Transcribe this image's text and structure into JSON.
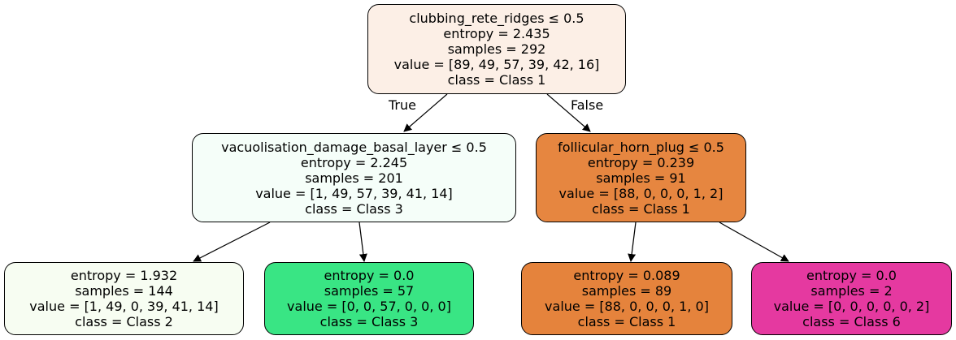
{
  "nodes": {
    "root": {
      "split": "clubbing_rete_ridges ≤ 0.5",
      "entropy": "entropy = 2.435",
      "samples": "samples = 292",
      "value": "value = [89, 49, 57, 39, 42, 16]",
      "class": "class = Class 1",
      "fill": "#fcefe6"
    },
    "left": {
      "split": "vacuolisation_damage_basal_layer ≤ 0.5",
      "entropy": "entropy = 2.245",
      "samples": "samples = 201",
      "value": "value = [1, 49, 57, 39, 41, 14]",
      "class": "class = Class 3",
      "fill": "#f5fef9"
    },
    "right": {
      "split": "follicular_horn_plug ≤ 0.5",
      "entropy": "entropy = 0.239",
      "samples": "samples = 91",
      "value": "value = [88, 0, 0, 0, 1, 2]",
      "class": "class = Class 1",
      "fill": "#e68640"
    },
    "ll": {
      "entropy": "entropy = 1.932",
      "samples": "samples = 144",
      "value": "value = [1, 49, 0, 39, 41, 14]",
      "class": "class = Class 2",
      "fill": "#f7fdf2"
    },
    "lr": {
      "entropy": "entropy = 0.0",
      "samples": "samples = 57",
      "value": "value = [0, 0, 57, 0, 0, 0]",
      "class": "class = Class 3",
      "fill": "#39e584"
    },
    "rl": {
      "entropy": "entropy = 0.089",
      "samples": "samples = 89",
      "value": "value = [88, 0, 0, 0, 1, 0]",
      "class": "class = Class 1",
      "fill": "#e5833c"
    },
    "rr": {
      "entropy": "entropy = 0.0",
      "samples": "samples = 2",
      "value": "value = [0, 0, 0, 0, 0, 2]",
      "class": "class = Class 6",
      "fill": "#e539a0"
    }
  },
  "edges": {
    "true_label": "True",
    "false_label": "False"
  }
}
